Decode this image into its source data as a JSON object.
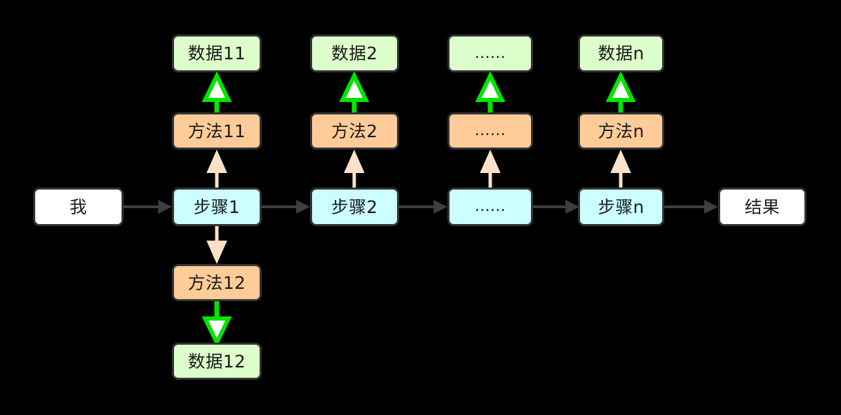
{
  "diagram": {
    "title": "",
    "background_color": "#000000",
    "colors": {
      "data_fill": "#ddffcc",
      "method_fill": "#ffcc99",
      "step_fill": "#ccffff",
      "plain_fill": "#ffffff",
      "node_border": "#333333",
      "flow_arrow": "#3a3f46",
      "data_arrow": "#00e500",
      "data_arrow_fill": "#ffffff",
      "method_arrow": "#fde0c8",
      "text": "#1a1a1a"
    },
    "ellipsis_text": "......"
  },
  "nodes": {
    "start": {
      "label": "我",
      "type": "plain"
    },
    "end": {
      "label": "结果",
      "type": "plain"
    },
    "steps": [
      {
        "label": "步骤1",
        "type": "step"
      },
      {
        "label": "步骤2",
        "type": "step"
      },
      {
        "label": "......",
        "type": "step"
      },
      {
        "label": "步骤n",
        "type": "step"
      }
    ],
    "methods_upper": [
      {
        "label": "方法11",
        "type": "method"
      },
      {
        "label": "方法2",
        "type": "method"
      },
      {
        "label": "......",
        "type": "method"
      },
      {
        "label": "方法n",
        "type": "method"
      }
    ],
    "data_upper": [
      {
        "label": "数据11",
        "type": "data"
      },
      {
        "label": "数据2",
        "type": "data"
      },
      {
        "label": "......",
        "type": "data"
      },
      {
        "label": "数据n",
        "type": "data"
      }
    ],
    "method_lower": {
      "label": "方法12",
      "type": "method"
    },
    "data_lower": {
      "label": "数据12",
      "type": "data"
    }
  },
  "edges": {
    "flow": [
      {
        "from": "我",
        "to": "步骤1"
      },
      {
        "from": "步骤1",
        "to": "步骤2"
      },
      {
        "from": "步骤2",
        "to": "......"
      },
      {
        "from": "......",
        "to": "步骤n"
      },
      {
        "from": "步骤n",
        "to": "结果"
      }
    ],
    "step_to_method": [
      {
        "from": "步骤1",
        "to": "方法11"
      },
      {
        "from": "步骤2",
        "to": "方法2"
      },
      {
        "from": "......",
        "to": "......"
      },
      {
        "from": "步骤n",
        "to": "方法n"
      },
      {
        "from": "步骤1",
        "to": "方法12"
      }
    ],
    "method_to_data": [
      {
        "from": "方法11",
        "to": "数据11"
      },
      {
        "from": "方法2",
        "to": "数据2"
      },
      {
        "from": "......",
        "to": "......"
      },
      {
        "from": "方法n",
        "to": "数据n"
      },
      {
        "from": "方法12",
        "to": "数据12"
      }
    ]
  }
}
